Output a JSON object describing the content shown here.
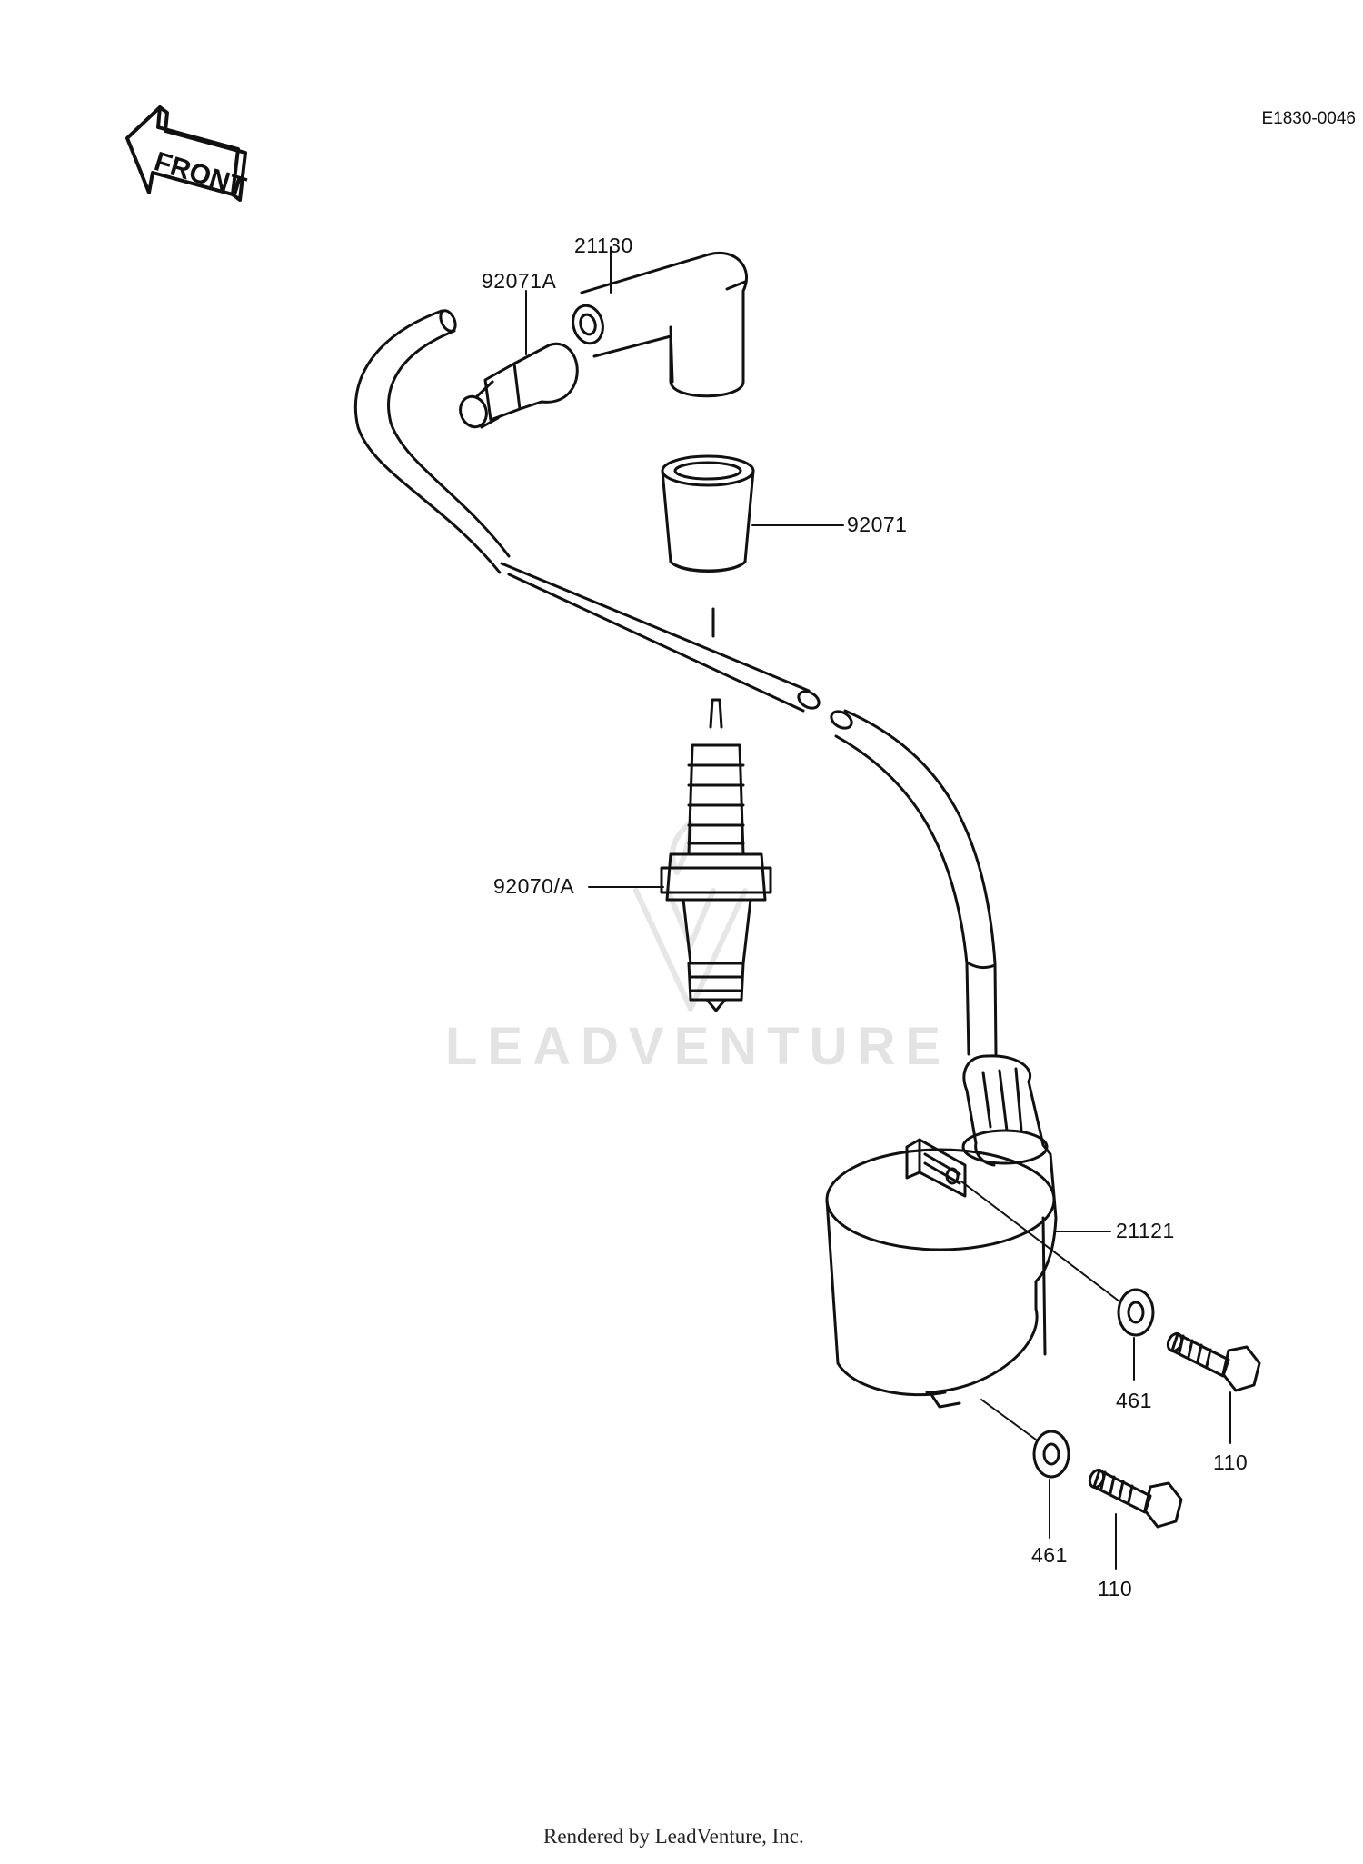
{
  "figure_id": "E1830-0046",
  "front_label": "FRONT",
  "watermark": "LEADVENTURE",
  "footer": "Rendered by LeadVenture, Inc.",
  "parts": {
    "plug_cap": "21130",
    "cap_seal_a": "92071A",
    "cap_seal": "92071",
    "spark_plug": "92070/A",
    "ignition_coil": "21121",
    "washer_upper": "461",
    "washer_lower": "461",
    "bolt_upper": "110",
    "bolt_lower": "110"
  },
  "colors": {
    "line": "#111111",
    "watermark": "#e3e3e3",
    "background": "#ffffff"
  }
}
